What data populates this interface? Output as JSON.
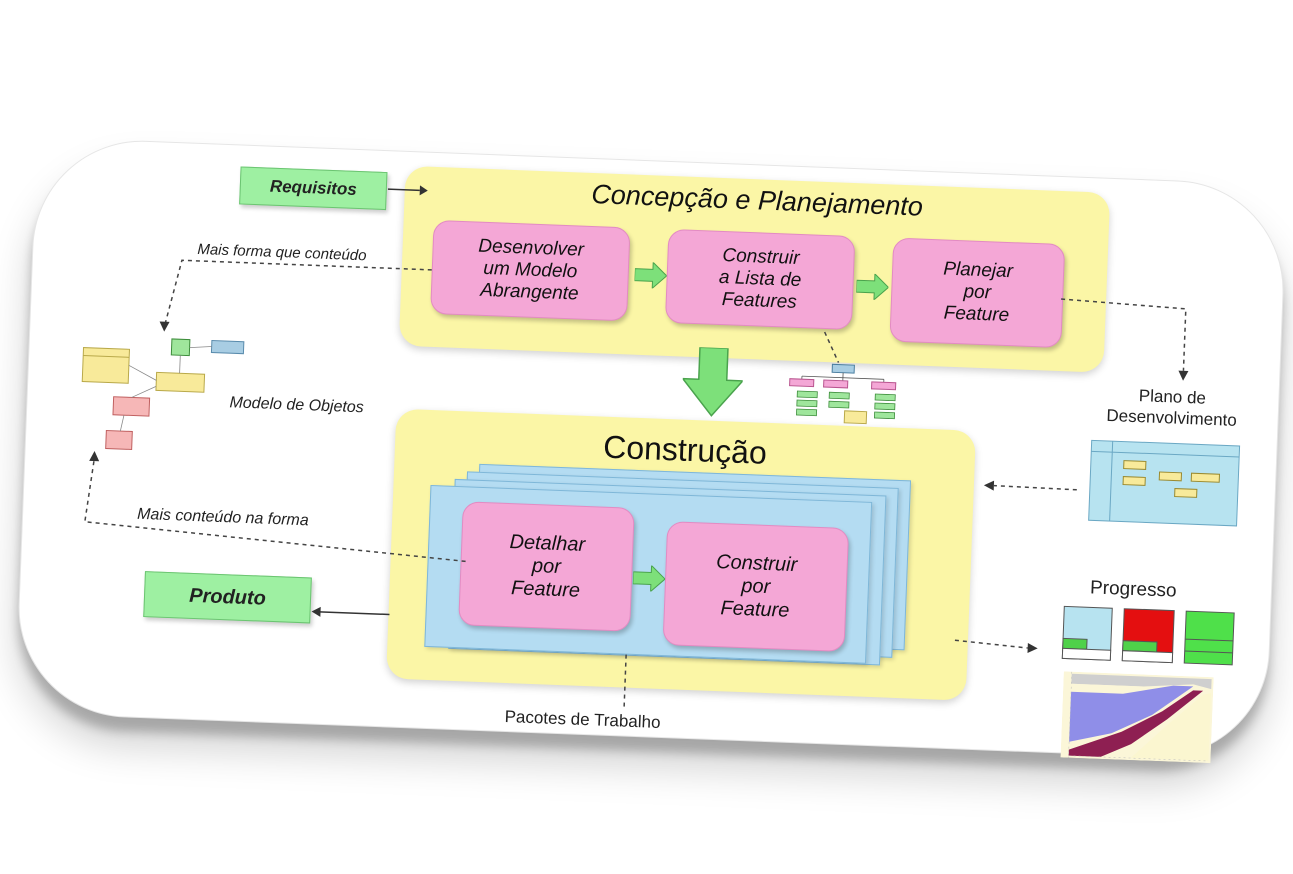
{
  "phases": {
    "planning_title": "Concepção e Planejamento",
    "construction_title": "Construção"
  },
  "processes": {
    "develop_model": "Desenvolver\num Modelo\nAbrangente",
    "build_feature_list": "Construir\na Lista de\nFeatures",
    "plan_by_feature": "Planejar\npor\nFeature",
    "design_by_feature": "Detalhar\npor\nFeature",
    "build_by_feature": "Construir\npor\nFeature"
  },
  "inputs_outputs": {
    "requirements": "Requisitos",
    "product": "Produto"
  },
  "annotations": {
    "more_shape_than_content": "Mais forma que conteúdo",
    "more_content_in_shape": "Mais conteúdo na forma",
    "object_model": "Modelo de Objetos",
    "development_plan": "Plano de\nDesenvolvimento",
    "progress": "Progresso",
    "work_packages": "Pacotes de Trabalho"
  },
  "colors": {
    "phase_fill": "#fbf6a6",
    "process_fill": "#f4a7d6",
    "io_fill": "#9ef0a2",
    "stack_fill": "#b4dcf2",
    "arrow_green": "#7de07a"
  }
}
